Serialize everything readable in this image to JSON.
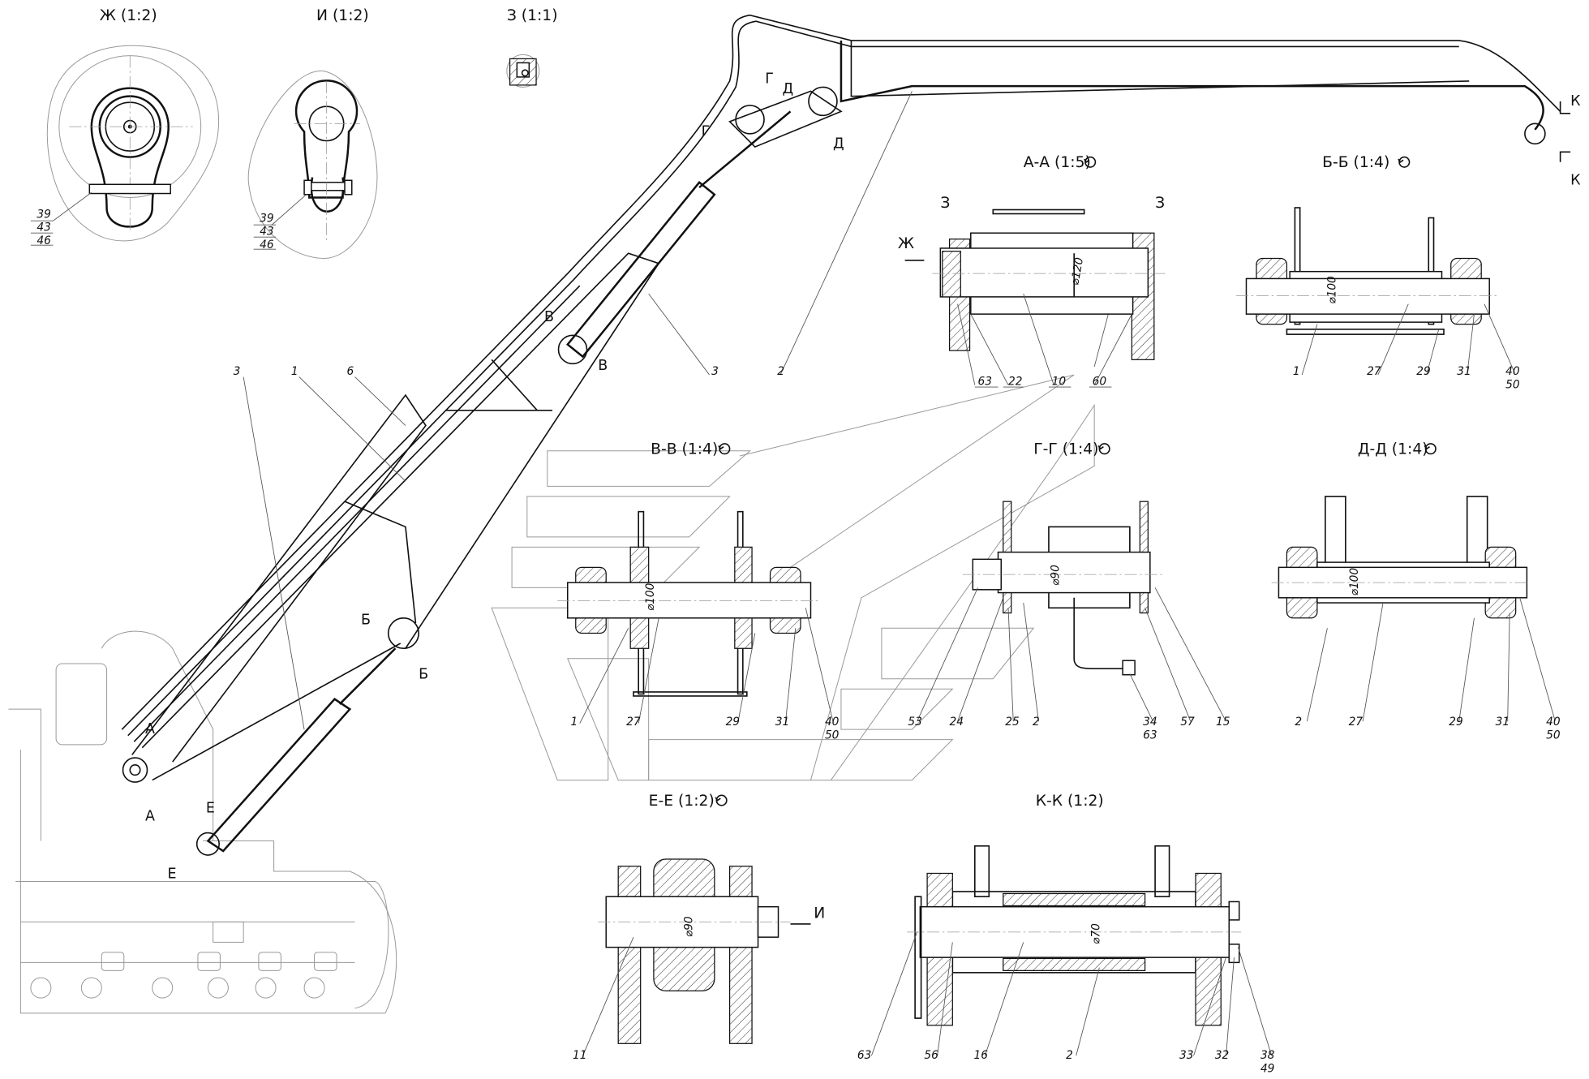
{
  "views": {
    "zh": {
      "title": "Ж (1:2)",
      "callouts": [
        "39",
        "43",
        "46"
      ]
    },
    "i": {
      "title": "И (1:2)",
      "callouts": [
        "39",
        "43",
        "46"
      ]
    },
    "z": {
      "title": "З (1:1)"
    },
    "aa": {
      "title": "А-А (1:5)",
      "callouts": [
        "63",
        "22",
        "10",
        "60"
      ],
      "markers": [
        "З",
        "З",
        "Ж"
      ],
      "dim": "⌀120"
    },
    "bb": {
      "title": "Б-Б (1:4)",
      "callouts": [
        "1",
        "27",
        "29",
        "31",
        "40",
        "50"
      ],
      "dim": "⌀100"
    },
    "vv": {
      "title": "В-В (1:4)",
      "callouts": [
        "1",
        "27",
        "29",
        "31",
        "40",
        "50"
      ],
      "dim": "⌀100"
    },
    "gg": {
      "title": "Г-Г (1:4)",
      "callouts": [
        "53",
        "24",
        "25",
        "2",
        "34",
        "63",
        "57",
        "15"
      ],
      "dim": "⌀90"
    },
    "dd": {
      "title": "Д-Д (1:4)",
      "callouts": [
        "2",
        "27",
        "29",
        "31",
        "40",
        "50"
      ],
      "dim": "⌀100"
    },
    "ee": {
      "title": "Е-Е (1:2)",
      "callouts": [
        "11"
      ],
      "marker": "И",
      "dim": "⌀90"
    },
    "kk": {
      "title": "К-К (1:2)",
      "callouts": [
        "63",
        "56",
        "16",
        "2",
        "33",
        "32",
        "38",
        "49"
      ],
      "dim": "⌀70"
    }
  },
  "main": {
    "callouts": [
      "3",
      "1",
      "6",
      "3",
      "2"
    ],
    "section_markers": [
      "Г",
      "Д",
      "Д",
      "Г",
      "В",
      "В",
      "Б",
      "Б",
      "А",
      "А",
      "Е",
      "Е",
      "К",
      "К"
    ]
  },
  "icons": {
    "rotation": "rotate-ccw-icon"
  }
}
